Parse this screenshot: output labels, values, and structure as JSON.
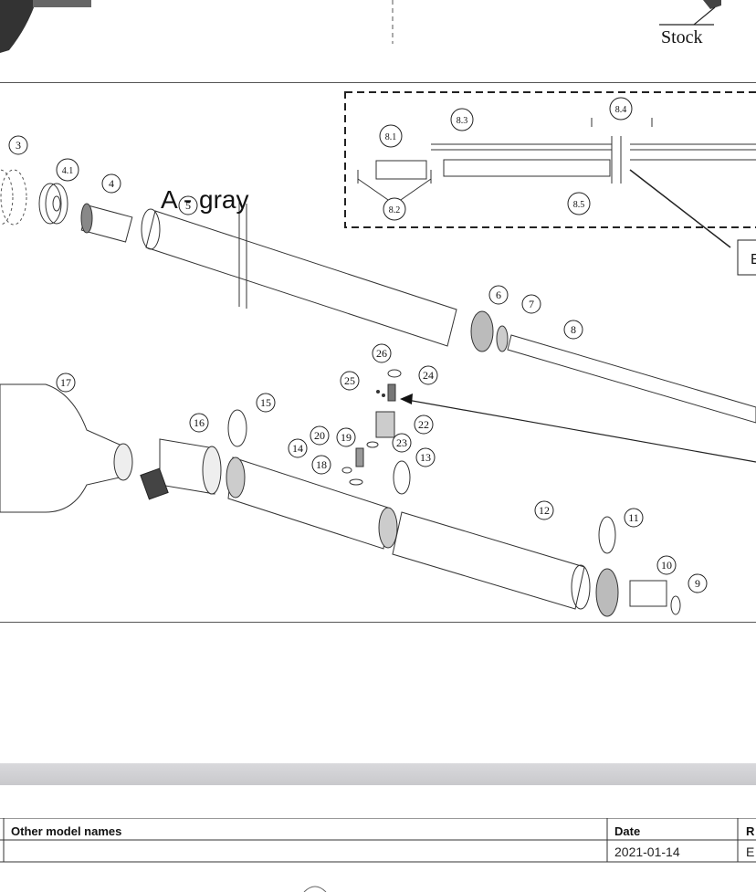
{
  "header": {
    "stock_label": "Stock"
  },
  "diagram": {
    "title": "A - gray",
    "callouts": [
      "3",
      "4.1",
      "4",
      "5",
      "6",
      "7",
      "8",
      "8.1",
      "8.2",
      "8.3",
      "8.4",
      "8.5",
      "9",
      "10",
      "11",
      "12",
      "13",
      "14",
      "15",
      "16",
      "17",
      "18",
      "19",
      "20",
      "22",
      "23",
      "24",
      "25",
      "26"
    ],
    "detail_box_label_partial": "E"
  },
  "table": {
    "headers": {
      "other_model_names": "Other model names",
      "date": "Date",
      "r_partial": "R"
    },
    "row": {
      "other_model_names": "",
      "date": "2021-01-14",
      "r_partial": "E"
    }
  }
}
